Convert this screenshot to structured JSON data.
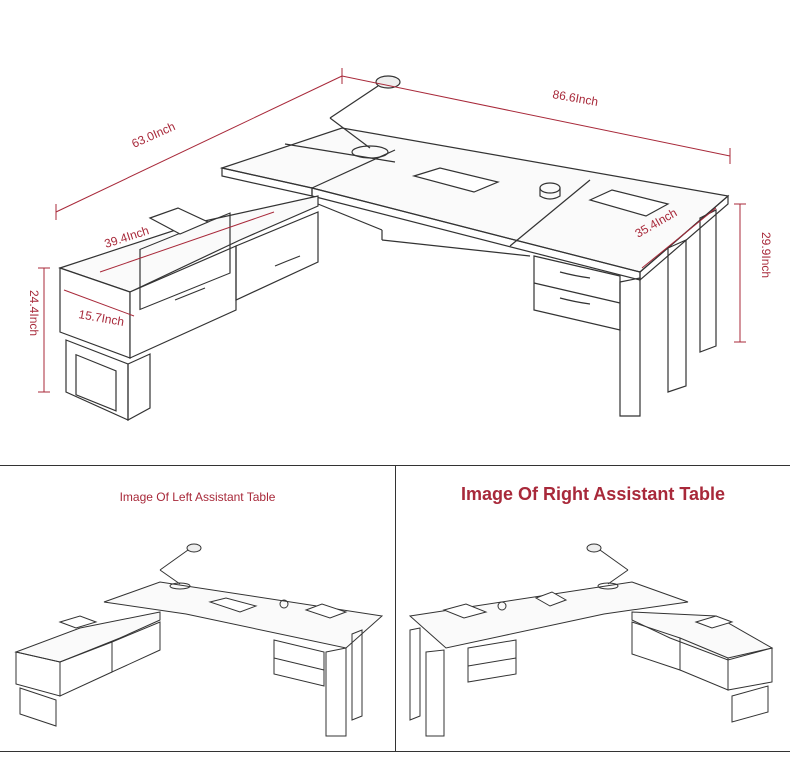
{
  "dimensions": {
    "width_top": "86.6Inch",
    "depth_left": "63.0Inch",
    "left_cabinet_width": "39.4Inch",
    "left_cabinet_depth": "15.7Inch",
    "left_cabinet_height": "24.4Inch",
    "right_return_depth": "35.4Inch",
    "desk_height": "29.9Inch"
  },
  "captions": {
    "left": "Image Of Left Assistant Table",
    "right": "Image Of Right Assistant Table"
  },
  "colors": {
    "accent": "#a8293a",
    "line": "#333333"
  }
}
